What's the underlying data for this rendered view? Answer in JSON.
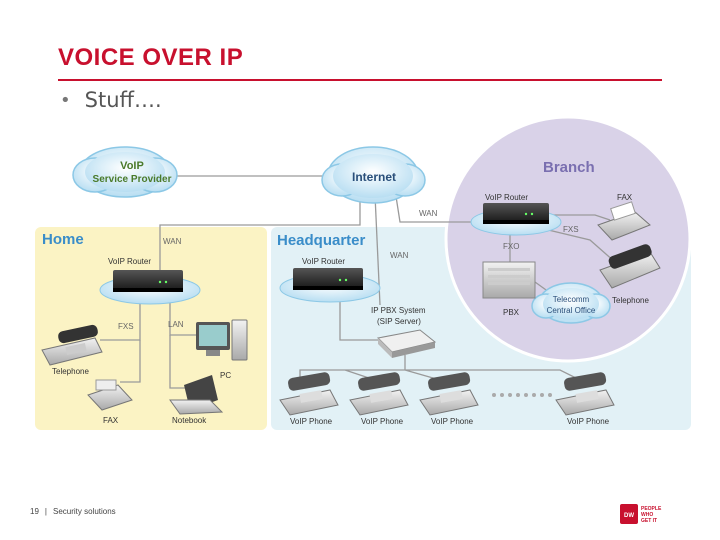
{
  "slide": {
    "title": "VOICE OVER IP",
    "bullet": "Stuff….",
    "footer_page": "19",
    "footer_sep": "|",
    "footer_text": "Security solutions"
  },
  "logo": {
    "line1": "PEOPLE",
    "line2": "WHO",
    "line3": "GET IT"
  },
  "diagram": {
    "zones": {
      "home": "Home",
      "headquarter": "Headquarter",
      "branch": "Branch"
    },
    "clouds": {
      "voip_provider_line1": "VoIP",
      "voip_provider_line2": "Service Provider",
      "internet": "Internet",
      "telecomm_line1": "Telecomm",
      "telecomm_line2": "Central Office"
    },
    "labels": {
      "home_wan": "WAN",
      "home_router": "VoIP Router",
      "home_fxs": "FXS",
      "home_lan": "LAN",
      "home_telephone": "Telephone",
      "home_pc": "PC",
      "home_fax": "FAX",
      "home_notebook": "Notebook",
      "hq_wan": "WAN",
      "hq_router": "VoIP Router",
      "hq_pbx_line1": "IP PBX System",
      "hq_pbx_line2": "(SIP Server)",
      "phone1": "VoIP Phone",
      "phone2": "VoIP Phone",
      "phone3": "VoIP Phone",
      "phone4": "VoIP Phone",
      "branch_wan": "WAN",
      "branch_router": "VoIP Router",
      "branch_fax": "FAX",
      "branch_fxs": "FXS",
      "branch_fxo": "FXO",
      "branch_pbx": "PBX",
      "branch_telephone": "Telephone"
    }
  },
  "colors": {
    "title": "#c8102e",
    "home_zone": "#fbf3c4",
    "hq_zone": "#e2f1f6",
    "branch_zone": "#d9d2e8",
    "cloud": "#cde9f6",
    "zone_label": "#3a8dc9",
    "voip_label": "#4a7a2a"
  }
}
